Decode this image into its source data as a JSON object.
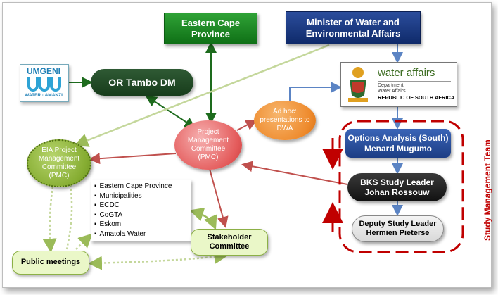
{
  "nodes": {
    "eastern_cape": "Eastern Cape Province",
    "minister": "Minister of Water and Environmental Affairs",
    "or_tambo": "OR Tambo DM",
    "pmc": "Project Management Committee (PMC)",
    "adhoc": "Ad hoc: presentations to DWA",
    "eia_pmc": "EIA Project Management Committee (PMC)",
    "options": "Options Analysis (South) Menard Mugumo",
    "bks": "BKS Study Leader Johan Rossouw",
    "deputy": "Deputy Study Leader Hermien Pieterse",
    "stakeholder": "Stakeholder Committee",
    "public": "Public meetings",
    "study_team": "Study Management Team"
  },
  "stakeholder_list": [
    "Eastern Cape Province",
    "Municipalities",
    "ECDC",
    "CoGTA",
    "Eskom",
    "Amatola Water"
  ],
  "logos": {
    "umgeni_name": "UMGENI",
    "umgeni_sub": "WATER · AMANZI",
    "wa_title": "water affairs",
    "wa_line1": "Department:",
    "wa_line2": "Water Affairs",
    "wa_line3": "REPUBLIC OF SOUTH AFRICA"
  },
  "colors": {
    "green_box": "#0f7016",
    "navy_box": "#0f2a6a",
    "pmc": "#e45b5b",
    "adhoc": "#ee8a2c",
    "eia": "#86ad32",
    "team_border": "#c00000"
  }
}
